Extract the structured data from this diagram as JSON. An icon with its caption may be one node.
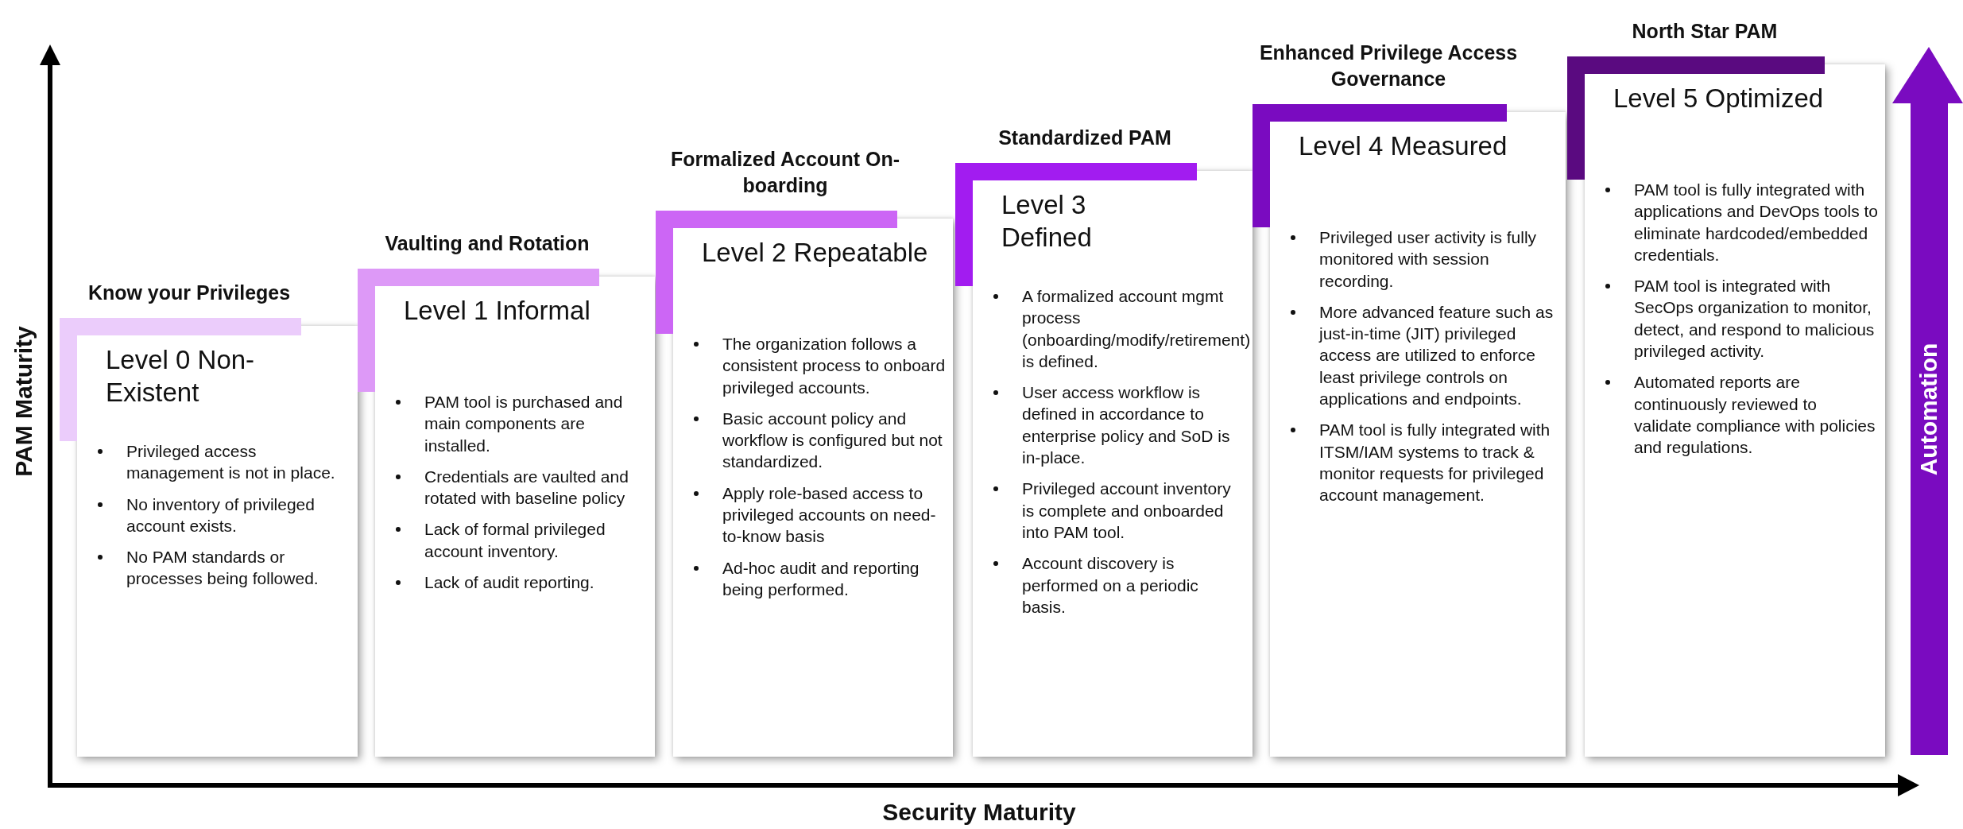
{
  "diagram": {
    "nodes": [
      {
        "text": [
          "Know your Privileges",
          "Level 0 Non-Existent",
          "Privileged access management is not in place.",
          "No inventory of privileged account exists.",
          "No PAM standards or processes being followed."
        ]
      },
      {
        "text": [
          "Vaulting and Rotation",
          "Level 1 Informal",
          "PAM tool is purchased and main components are installed.",
          "Credentials are vaulted and rotated with baseline policy",
          "Lack of formal privileged account inventory.",
          "Lack of audit reporting."
        ]
      },
      {
        "text": [
          "Formalized Account On-boarding",
          "Level 2 Repeatable",
          "The organization follows a consistent process to onboard privileged accounts.",
          "Basic account policy and workflow is configured but not standardized.",
          "Apply role-based access to privileged accounts on need-to-know basis",
          "Ad-hoc audit and reporting being performed."
        ]
      },
      {
        "text": [
          "Standardized PAM",
          "Level 3 Defined",
          "A formalized account mgmt process (onboarding/modify/retirement) is defined.",
          "User access workflow is defined in accordance to enterprise policy and SoD is in-place.",
          "Privileged account inventory is complete and onboarded into PAM tool.",
          "Account discovery is performed on a periodic basis."
        ]
      },
      {
        "text": [
          "Enhanced Privilege Access Governance",
          "Level 4 Measured",
          "Privileged user activity is fully monitored with session recording.",
          "More advanced feature such as just-in-time (JIT) privileged access are utilized to enforce least privilege controls on applications and endpoints.",
          "PAM tool is fully integrated with ITSM/IAM systems to track & monitor requests for privileged account management."
        ]
      },
      {
        "text": [
          "North Star PAM",
          "Level 5 Optimized",
          "PAM tool is fully integrated with applications and DevOps tools to eliminate hardcoded/embedded credentials.",
          "PAM tool is integrated with SecOps organization to monitor, detect, and respond to malicious privileged activity.",
          "Automated reports are continuously reviewed to validate compliance with policies and regulations."
        ]
      }
    ],
    "labels": [
      "PAM Maturity",
      "Security Maturity",
      "Automation"
    ]
  }
}
